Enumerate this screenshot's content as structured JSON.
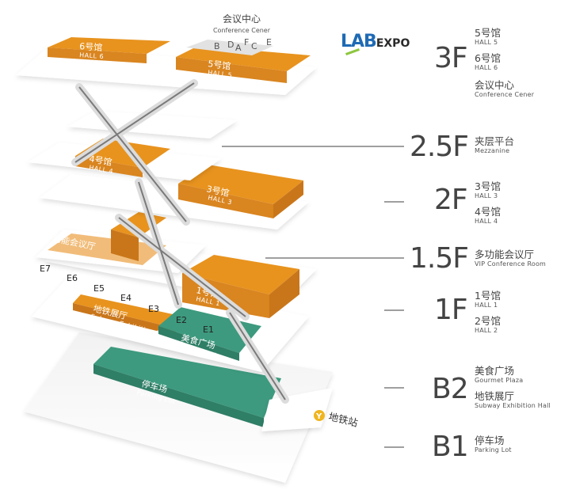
{
  "logo": {
    "lab": "LAB",
    "expo": "EXPO"
  },
  "conference": {
    "title_zh": "会议中心",
    "title_en": "Conference Cener",
    "rooms": [
      "B",
      "D",
      "A",
      "F",
      "C",
      "E"
    ]
  },
  "halls": {
    "hall6": {
      "zh": "6号馆",
      "en": "HALL 6"
    },
    "hall5": {
      "zh": "5号馆",
      "en": "HALL 5"
    },
    "hall4": {
      "zh": "4号馆",
      "en": "HALL 4"
    },
    "hall3": {
      "zh": "3号馆",
      "en": "HALL 3"
    },
    "hall1": {
      "zh": "1号馆",
      "en": "HALL 1"
    },
    "vip": {
      "zh": "多功能会议厅",
      "en": "VIP Conference Room"
    },
    "subway": {
      "zh": "地铁展厅",
      "en": "Subway Exhibition Hall"
    },
    "gourmet": {
      "zh": "美食广场",
      "en": "Gourmet Plaza"
    },
    "parking": {
      "zh": "停车场",
      "en": "Parking Lot"
    }
  },
  "gates": [
    "E1",
    "E2",
    "E3",
    "E4",
    "E5",
    "E6",
    "E7"
  ],
  "metro": {
    "label": "地铁站"
  },
  "legend": [
    {
      "floor": "3F",
      "items": [
        {
          "zh": "5号馆",
          "en": "HALL 5"
        },
        {
          "zh": "6号馆",
          "en": "HALL 6"
        },
        {
          "zh": "会议中心",
          "en": "Conference Cener"
        }
      ]
    },
    {
      "floor": "2.5F",
      "items": [
        {
          "zh": "夹层平台",
          "en": "Mezzanine"
        }
      ]
    },
    {
      "floor": "2F",
      "items": [
        {
          "zh": "3号馆",
          "en": "HALL 3"
        },
        {
          "zh": "4号馆",
          "en": "HALL 4"
        }
      ]
    },
    {
      "floor": "1.5F",
      "items": [
        {
          "zh": "多功能会议厅",
          "en": "VIP Conference Room"
        }
      ]
    },
    {
      "floor": "1F",
      "items": [
        {
          "zh": "1号馆",
          "en": "HALL 1"
        },
        {
          "zh": "2号馆",
          "en": "HALL 2"
        }
      ]
    },
    {
      "floor": "B2",
      "items": [
        {
          "zh": "美食广场",
          "en": "Gourmet Plaza"
        },
        {
          "zh": "地铁展厅",
          "en": "Subway Exhibition Hall"
        }
      ]
    },
    {
      "floor": "B1",
      "items": [
        {
          "zh": "停车场",
          "en": "Parking Lot"
        }
      ]
    }
  ],
  "colors": {
    "hall": "#e8931e",
    "hall_dark": "#c9761a",
    "green": "#3d9a7e",
    "slab": "#ffffff",
    "slab_shadow": "#e4e4e4"
  }
}
